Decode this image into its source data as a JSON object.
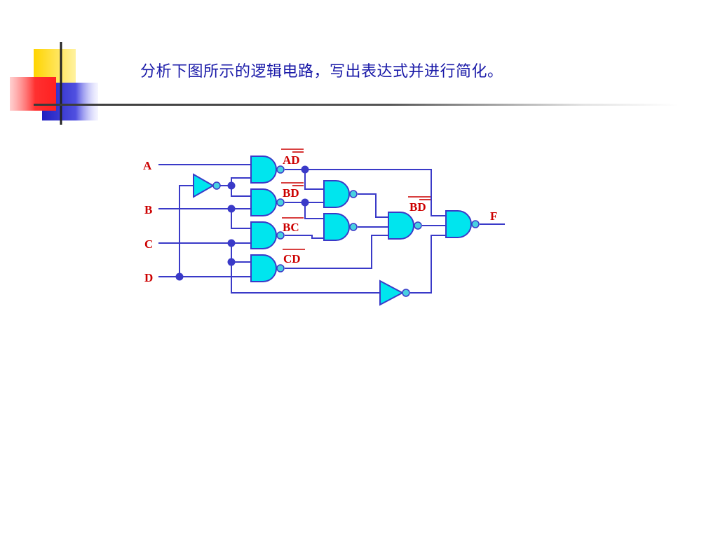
{
  "slide": {
    "title": "分析下图所示的逻辑电路，写出表达式并进行简化。"
  },
  "colors": {
    "title": "#1a1aa8",
    "wire": "#3a3ac8",
    "gate_fill": "#00e5ee",
    "bubble_fill": "#48d1e0",
    "label": "#cc0000",
    "deco_yellow": "#ffd400",
    "deco_red": "#ff3030",
    "deco_blue": "#3030d0"
  },
  "circuit": {
    "inputs": {
      "a": "A",
      "b": "B",
      "c": "C",
      "d": "D"
    },
    "output": "F",
    "gate_labels": {
      "ad": "AD",
      "bd1": "BD",
      "bc": "BC",
      "cd": "CD",
      "bd2": "BD"
    }
  }
}
